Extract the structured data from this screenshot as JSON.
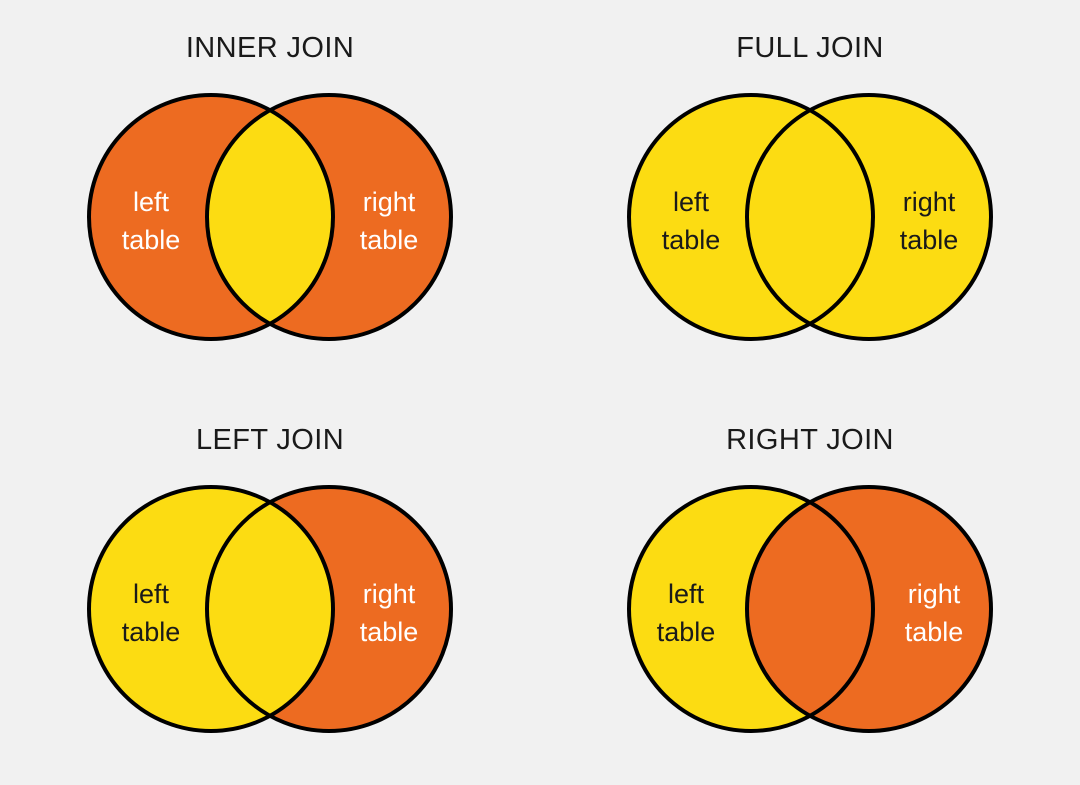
{
  "background_color": "#f1f1f1",
  "palette": {
    "orange": "#ed6b21",
    "yellow": "#fcdc12",
    "outline": "#000000",
    "text_dark": "#1a1a1a",
    "text_light": "#ffffff"
  },
  "labels": {
    "left_line1": "left",
    "left_line2": "table",
    "right_line1": "right",
    "right_line2": "table"
  },
  "diagrams": [
    {
      "id": "inner-join",
      "title": "INNER JOIN",
      "left_only_fill": "#ed6b21",
      "intersection_fill": "#fcdc12",
      "right_only_fill": "#ed6b21",
      "left_label_color": "#ffffff",
      "right_label_color": "#ffffff",
      "highlighted_region": "intersection"
    },
    {
      "id": "full-join",
      "title": "FULL JOIN",
      "left_only_fill": "#fcdc12",
      "intersection_fill": "#fcdc12",
      "right_only_fill": "#fcdc12",
      "left_label_color": "#1a1a1a",
      "right_label_color": "#1a1a1a",
      "highlighted_region": "both-circles"
    },
    {
      "id": "left-join",
      "title": "LEFT JOIN",
      "left_only_fill": "#fcdc12",
      "intersection_fill": "#fcdc12",
      "right_only_fill": "#ed6b21",
      "left_label_color": "#1a1a1a",
      "right_label_color": "#ffffff",
      "highlighted_region": "left-circle"
    },
    {
      "id": "right-join",
      "title": "RIGHT JOIN",
      "left_only_fill": "#fcdc12",
      "intersection_fill": "#ed6b21",
      "right_only_fill": "#ed6b21",
      "left_label_color": "#1a1a1a",
      "right_label_color": "#ffffff",
      "highlighted_region": "right-circle"
    }
  ]
}
